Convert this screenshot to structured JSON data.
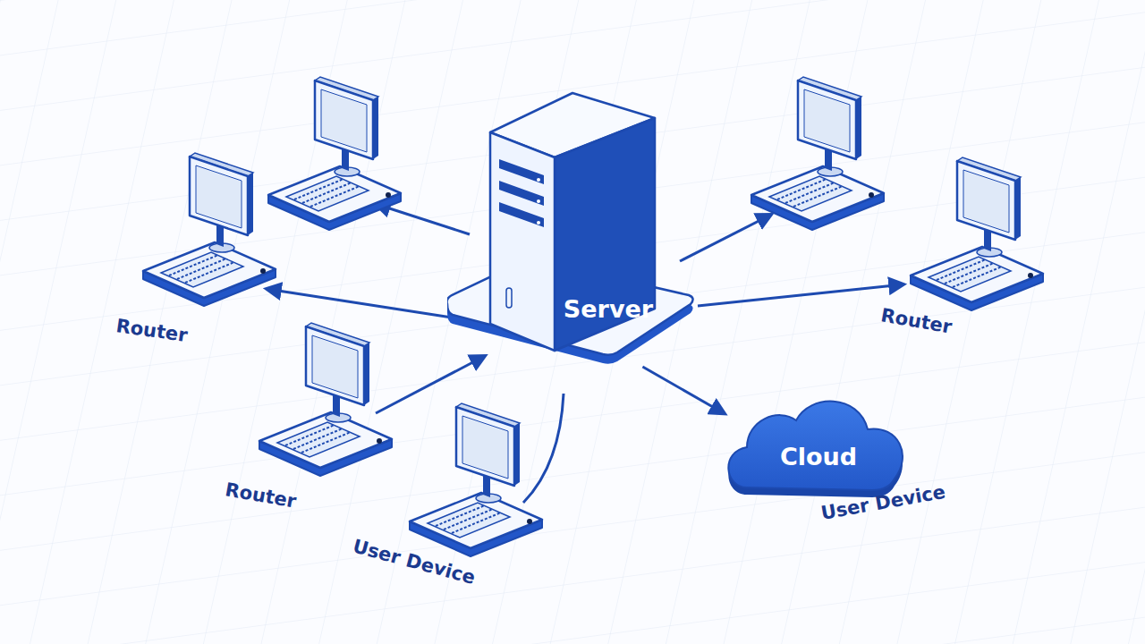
{
  "diagram": {
    "nodes": [
      {
        "text": [
          "Server"
        ]
      },
      {
        "text": [
          "Cloud"
        ]
      }
    ],
    "edges": [
      {
        "from": 0,
        "to": 1,
        "arrow": "to"
      }
    ],
    "labels": [
      "Router",
      "Router",
      "Router",
      "User Device",
      "User Device"
    ]
  }
}
